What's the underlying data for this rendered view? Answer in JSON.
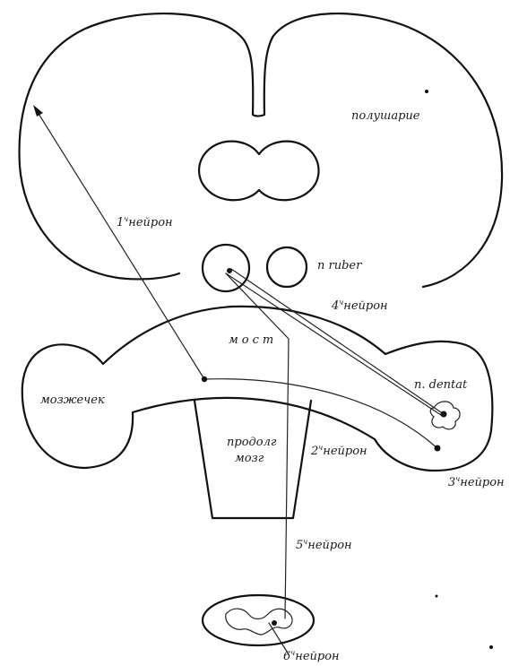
{
  "labels": {
    "hemisphere": "полушарие",
    "n_ruber": "n ruber",
    "neuron1_num": "1",
    "neuron1_sup": "ч",
    "neuron1_word": "нейрон",
    "neuron4_num": "4",
    "neuron4_sup": "ч",
    "neuron4_word": "нейрон",
    "pons": "мост",
    "n_dentat": "n. dentat",
    "cerebellum": "мозжечек",
    "medulla_line1": "продолг",
    "medulla_line2": "мозг",
    "neuron2_num": "2",
    "neuron2_sup": "ч",
    "neuron2_word": "нейрон",
    "neuron3_num": "3",
    "neuron3_sup": "ч",
    "neuron3_word": "нейрон",
    "neuron5_num": "5",
    "neuron5_sup": "ч",
    "neuron5_word": "нейрон",
    "neuron6_num": "6",
    "neuron6_sup": "ч",
    "neuron6_word": "нейрон"
  }
}
